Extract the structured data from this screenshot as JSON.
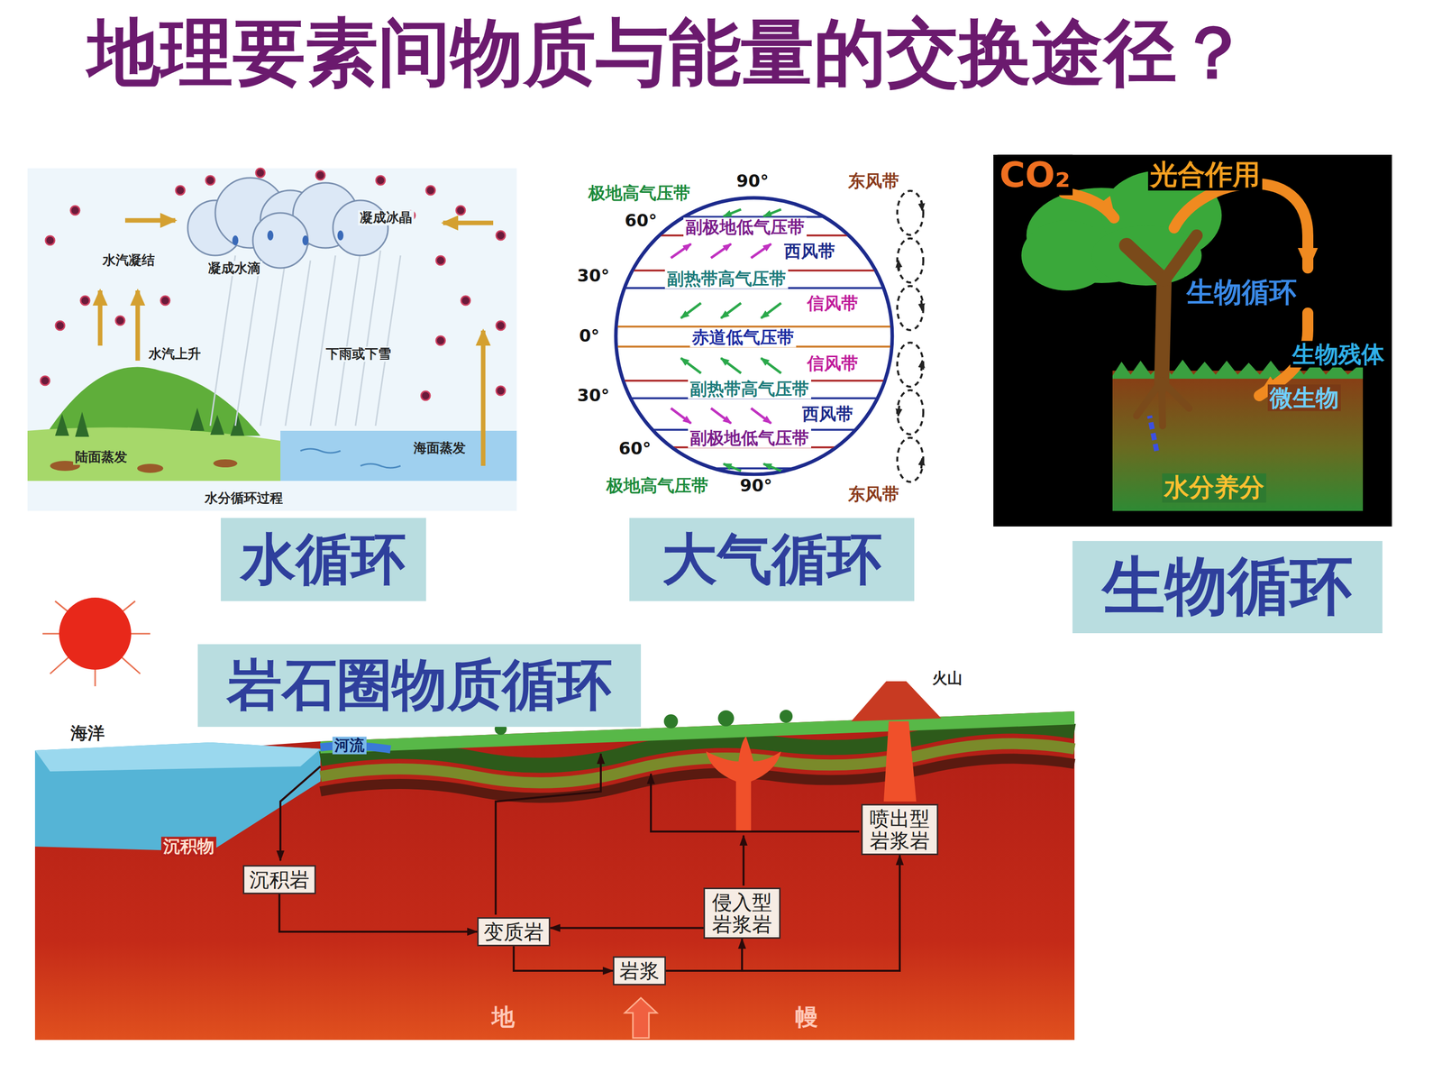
{
  "diagram": {
    "title": "地理要素间物质与能量的交换途径？",
    "nodes": [
      {
        "text": [
          "水循环"
        ]
      },
      {
        "text": [
          "大气循环"
        ]
      },
      {
        "text": [
          "生物循环"
        ]
      },
      {
        "text": [
          "岩石圈物质循环"
        ]
      },
      {
        "text": [
          "喷出型 岩浆岩"
        ]
      },
      {
        "text": [
          "沉积岩"
        ]
      },
      {
        "text": [
          "侵入型 岩浆岩"
        ]
      },
      {
        "text": [
          "变质岩"
        ]
      },
      {
        "text": [
          "岩浆"
        ]
      }
    ],
    "edges": [
      {
        "from": 5,
        "to": 7,
        "arrow": "to"
      },
      {
        "from": 7,
        "to": 8,
        "arrow": "to"
      },
      {
        "from": 8,
        "to": 6,
        "arrow": "to"
      },
      {
        "from": 8,
        "to": 4,
        "arrow": "to"
      },
      {
        "from": 6,
        "to": 7,
        "arrow": "to"
      }
    ],
    "labels": [
      "凝成冰晶",
      "水汽凝结",
      "凝成水滴",
      "水汽上升",
      "下雨或下雪",
      "海面蒸发",
      "陆面蒸发",
      "水分循环过程",
      "极地高气压带",
      "90°",
      "东风带",
      "60°",
      "副极地低气压带",
      "西风带",
      "30°",
      "副热带高气压带",
      "信风带",
      "0°",
      "赤道低气压带",
      "信风带",
      "30°",
      "副热带高气压带",
      "西风带",
      "副极地低气压带",
      "60°",
      "极地高气压带",
      "90°",
      "东风带",
      "CO₂",
      "光合作用",
      "生物循环",
      "生物残体",
      "微生物",
      "水分养分",
      "火山",
      "海洋",
      "河流",
      "沉积物",
      "地幔"
    ]
  }
}
